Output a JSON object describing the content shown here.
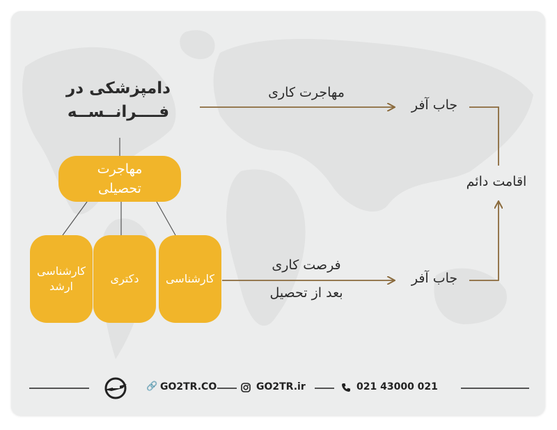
{
  "diagram": {
    "title_line1": "دامپزشکی در",
    "title_line2": "فــــرانــســه",
    "main_node": {
      "line1": "مهاجرت",
      "line2": "تحصیلی"
    },
    "degrees": [
      {
        "line1": "کارشناسی",
        "line2": "ارشد"
      },
      {
        "line1": "دکتری",
        "line2": ""
      },
      {
        "line1": "کارشناسی",
        "line2": ""
      }
    ],
    "top_path_label": "مهاجرت کاری",
    "bottom_path_label_line1": "فرصت کاری",
    "bottom_path_label_line2": "بعد از تحصیل",
    "job_offer_top": "جاب آفر",
    "job_offer_bottom": "جاب آفر",
    "permanent_residency": "اقامت دائم"
  },
  "footer": {
    "website": "GO2TR.CO",
    "instagram": "GO2TR.ir",
    "phone": "021 43000 021",
    "logo_icon": "plane-logo-icon",
    "link_icon": "link-icon",
    "instagram_icon": "instagram-icon",
    "phone_icon": "phone-icon"
  },
  "colors": {
    "accent": "#f1b52a",
    "arrow": "#8a6a3c",
    "text": "#2b2b2b",
    "background": "#eceded"
  }
}
